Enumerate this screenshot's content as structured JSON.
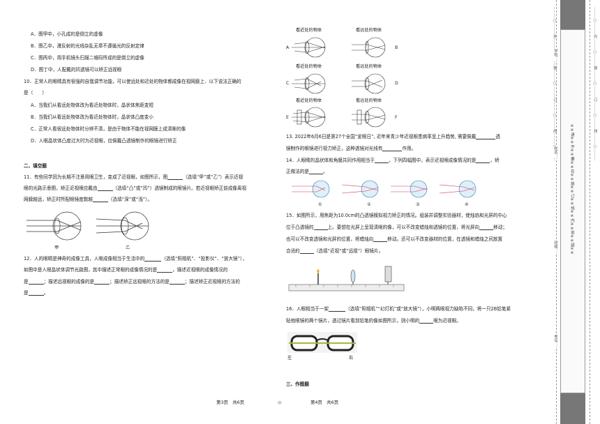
{
  "left": {
    "q9_options": [
      "A．图甲中，小孔成的是倒立的虚像",
      "B．图乙中，漫反射的光线杂乱无章不遵循光的反射定律",
      "C．图丙中，用手机镜头扫描二维码所成的是倒立的虚像",
      "D．图丁中，人配戴的凹透镜可以矫正远视眼"
    ],
    "q10_line1": "10．正常人的眼睛具有很强的自我调节功能，可以使远处和近处的物体都成像在视网膜上．以下说法正确的",
    "q10_line2": "是（　　）",
    "q10_options": [
      "A．当我们从看远处物体改为看近处物体时，晶状体焦距变短",
      "B．当我们从看远处物体改为看近处物体时，晶状体凸度变小",
      "C．正常人看很远处物体时分辨不清，是由于物体不能在视网膜上成清晰的像",
      "D．人眼晶状体凸度过大时为近视眼，应佩戴凸透镜制作的眼镜进行矫正"
    ],
    "section2": "二、填空题",
    "q11_line1": "11．有些同学因为长期不注意用眼卫生，变成了近视眼，如图所示，图",
    "q11_line1b": "（选填“甲”或“乙”）表示近视",
    "q11_line2": "眼的光路示意图，矫正近视眼应戴由",
    "q11_line2b": "（选填“凸”或“凹”）透镜制成的眼镜片。若近视眼矫正前成像离视",
    "q11_line3": "网膜越远，矫正时所配眼镜度数越",
    "q11_line3b": "（选填“深”或“浅”）。",
    "fig_jia": "甲",
    "fig_yi": "乙",
    "q12_line1": "12．人的眼睛是神奇的成像工具，人眼成像相当于生活中的",
    "q12_line1b": "（选填“照相机”、“投影仪”、“放大镜”），",
    "q12_line2": "如图中是人眼晶状体调节光路图，其中描述正常眼的成像情况的是",
    "q12_line2b": "，描述近视眼的成像情况的",
    "q12_line3a": "是",
    "q12_line3b": "；描述远视眼的成像的是",
    "q12_line3c": "；描述矫正远视眼的方法的是",
    "q12_line3d": "；描述矫正近视眼的方法的",
    "q12_line4": "是",
    "q12_line4b": "。",
    "footer": "第3页　共6页"
  },
  "right": {
    "eye_caption": "看近处的物体",
    "eye_caption_far": "看远处的物体",
    "labels": [
      "A",
      "B",
      "C",
      "D",
      "E",
      "F"
    ],
    "q13_line1": "13. 2022年6月6日是第27个全国“爱眼日”, 近年来青少年近视眼患病率呈上升趋势, 需要佩戴",
    "q13_line1b": "透",
    "q13_line2": "镜制作的眼镜进行视力矫正，这种透镜对光线有",
    "q13_line2b": "作用。",
    "q14_line1": "14．人眼睛的晶状体和角膜共同作用相当于",
    "q14_line1b": "，下列四幅图中，表示近视眼成像情况的是",
    "q14_line1c": "，矫",
    "q14_line2": "正做法的是",
    "q14_line2b": "。",
    "q14_nums": [
      "①",
      "②",
      "③",
      "④"
    ],
    "q15_line1": "15．如图所示，用焦距为10.0cm的凸透镜模拟视力矫正的情况。组装并调整实验器材，使烛焰和光屏的中心",
    "q15_line2": "位于凸透镜的",
    "q15_line2b": "上。要想在光屏上呈现清晰的像，可以不改变蜡烛和透镜的位置，将光屏向",
    "q15_line2c": "移动；",
    "q15_line3": "也可以不改变透镜和光屏的位置，将蜡烛向",
    "q15_line3b": "移动。还可以不改变器材的位置，在透镜和蜡烛之间放置",
    "q15_line4": "合适的",
    "q15_line4b": "（选填“近视”或“远视”）眼镜片。",
    "q16_line1": "16．人眼相当于一架",
    "q16_line1b": "（选填“照相机”“幻灯机”或“放大镜”），小明两眼视力缺陷不同，将一只2B铅笔紧",
    "q16_line2": "贴他眼镜的两个镜片，透过镜片看到铅笔的像如图所示，则小明的",
    "q16_line2b": "眼为近视眼。",
    "glasses_left": "左",
    "glasses_right": "右",
    "section3": "三、作图题",
    "footer": "第4页　共6页"
  },
  "center_mark": "◎",
  "binding": {
    "warning": "※※请※※不※※要※※在※※装※※订※※线※※内※※答※※题※※",
    "outer": "………○………外………○………装………○………订………○………线………○………",
    "inner": "………○………内………○………装………○………订………○………线………○………",
    "field_school": "学校：",
    "field_name": "姓名：",
    "field_class": "班级：",
    "field_number": "考号："
  }
}
